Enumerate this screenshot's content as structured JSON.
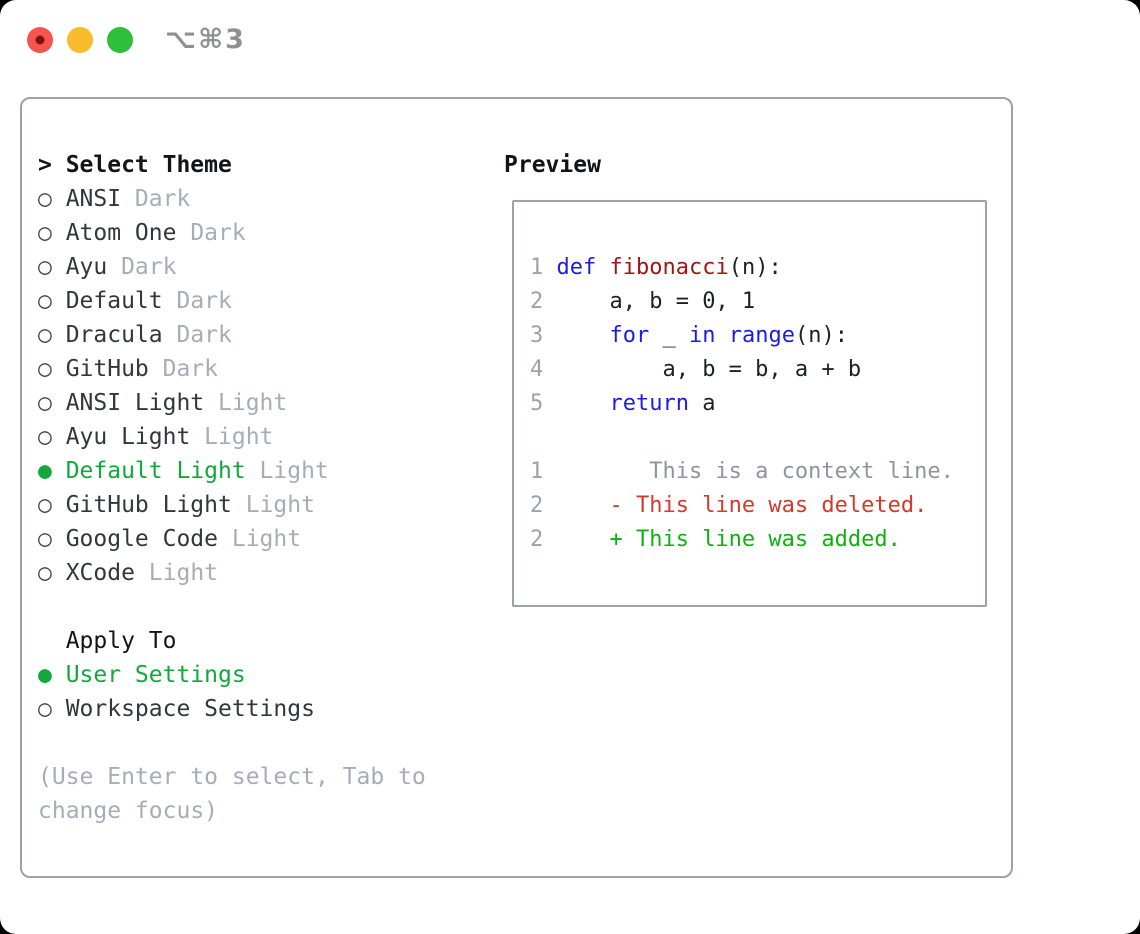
{
  "window": {
    "title": "⌥⌘3"
  },
  "theme_selector": {
    "header_marker": ">",
    "header": "Select Theme",
    "items": [
      {
        "name": "ANSI",
        "tag": "Dark",
        "selected": false
      },
      {
        "name": "Atom One",
        "tag": "Dark",
        "selected": false
      },
      {
        "name": "Ayu",
        "tag": "Dark",
        "selected": false
      },
      {
        "name": "Default",
        "tag": "Dark",
        "selected": false
      },
      {
        "name": "Dracula",
        "tag": "Dark",
        "selected": false
      },
      {
        "name": "GitHub",
        "tag": "Dark",
        "selected": false
      },
      {
        "name": "ANSI Light",
        "tag": "Light",
        "selected": false
      },
      {
        "name": "Ayu Light",
        "tag": "Light",
        "selected": false
      },
      {
        "name": "Default Light",
        "tag": "Light",
        "selected": true
      },
      {
        "name": "GitHub Light",
        "tag": "Light",
        "selected": false
      },
      {
        "name": "Google Code",
        "tag": "Light",
        "selected": false
      },
      {
        "name": "XCode",
        "tag": "Light",
        "selected": false
      }
    ],
    "marker_unselected": "○",
    "marker_selected": "●"
  },
  "apply_to": {
    "header": "Apply To",
    "options": [
      {
        "label": "User Settings",
        "selected": true
      },
      {
        "label": "Workspace Settings",
        "selected": false
      }
    ]
  },
  "help_text": {
    "line1": "(Use Enter to select, Tab to",
    "line2": "change focus)"
  },
  "preview": {
    "header": "Preview",
    "lines": [
      [
        {
          "t": "1",
          "c": "num"
        },
        {
          "t": " ",
          "c": "pl"
        },
        {
          "t": "def",
          "c": "kw"
        },
        {
          "t": " ",
          "c": "pl"
        },
        {
          "t": "fibonacci",
          "c": "fn"
        },
        {
          "t": "(n):",
          "c": "pl"
        }
      ],
      [
        {
          "t": "2",
          "c": "num"
        },
        {
          "t": "     a, b = 0, 1",
          "c": "pl"
        }
      ],
      [
        {
          "t": "3",
          "c": "num"
        },
        {
          "t": "     ",
          "c": "pl"
        },
        {
          "t": "for",
          "c": "kw"
        },
        {
          "t": " _ ",
          "c": "pl"
        },
        {
          "t": "in",
          "c": "kw"
        },
        {
          "t": " ",
          "c": "pl"
        },
        {
          "t": "range",
          "c": "kw"
        },
        {
          "t": "(n):",
          "c": "pl"
        }
      ],
      [
        {
          "t": "4",
          "c": "num"
        },
        {
          "t": "         a, b = b, a + b",
          "c": "pl"
        }
      ],
      [
        {
          "t": "5",
          "c": "num"
        },
        {
          "t": "     ",
          "c": "pl"
        },
        {
          "t": "return",
          "c": "kw"
        },
        {
          "t": " a",
          "c": "pl"
        }
      ],
      [],
      [
        {
          "t": "1",
          "c": "num"
        },
        {
          "t": "        This is a context line.",
          "c": "ctx"
        }
      ],
      [
        {
          "t": "2",
          "c": "num"
        },
        {
          "t": "     - This line was deleted.",
          "c": "del"
        }
      ],
      [
        {
          "t": "2",
          "c": "num"
        },
        {
          "t": "     + This line was added.",
          "c": "add"
        }
      ]
    ]
  },
  "colors": {
    "accent_green": "#13a83c",
    "added_green": "#0db30d",
    "deleted_red": "#d43a2a",
    "keyword_blue": "#1c1cea",
    "function_red": "#a31515",
    "muted_gray": "#a6adb8",
    "line_number_gray": "#9aa2ae",
    "context_gray": "#8e959e",
    "border_gray": "#9aa2ae",
    "text_dark": "#33373d",
    "header_black": "#121417",
    "traffic_red": "#f5554e",
    "traffic_yellow": "#f9bc2d",
    "traffic_green": "#2ec03a",
    "title_gray": "#8f9094"
  }
}
